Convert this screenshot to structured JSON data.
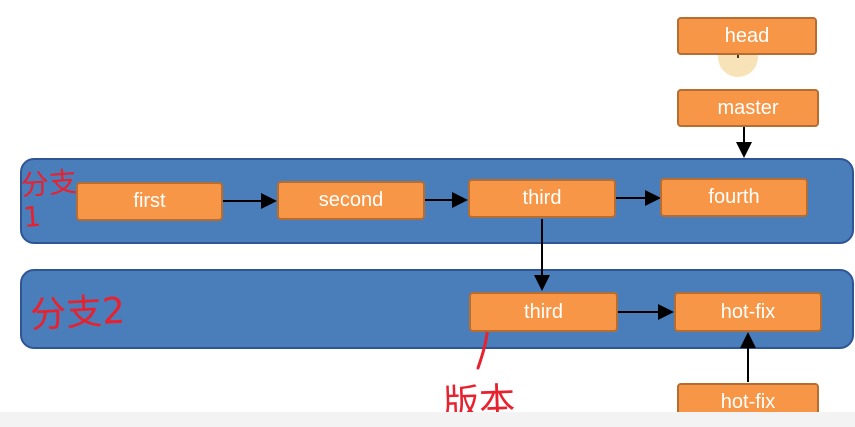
{
  "lanes": {
    "branch1_label": "分支1",
    "branch2_label": "分支2"
  },
  "nodes": {
    "head": "head",
    "master": "master",
    "first": "first",
    "second": "second",
    "third_b1": "third",
    "fourth": "fourth",
    "third_b2": "third",
    "hotfix_b2": "hot-fix",
    "hotfix_ref": "hot-fix"
  },
  "annotations": {
    "version_note": "版本"
  },
  "colors": {
    "lane_fill": "#4a7ebb",
    "node_fill": "#f79646",
    "annotation_red": "#e8212e"
  }
}
